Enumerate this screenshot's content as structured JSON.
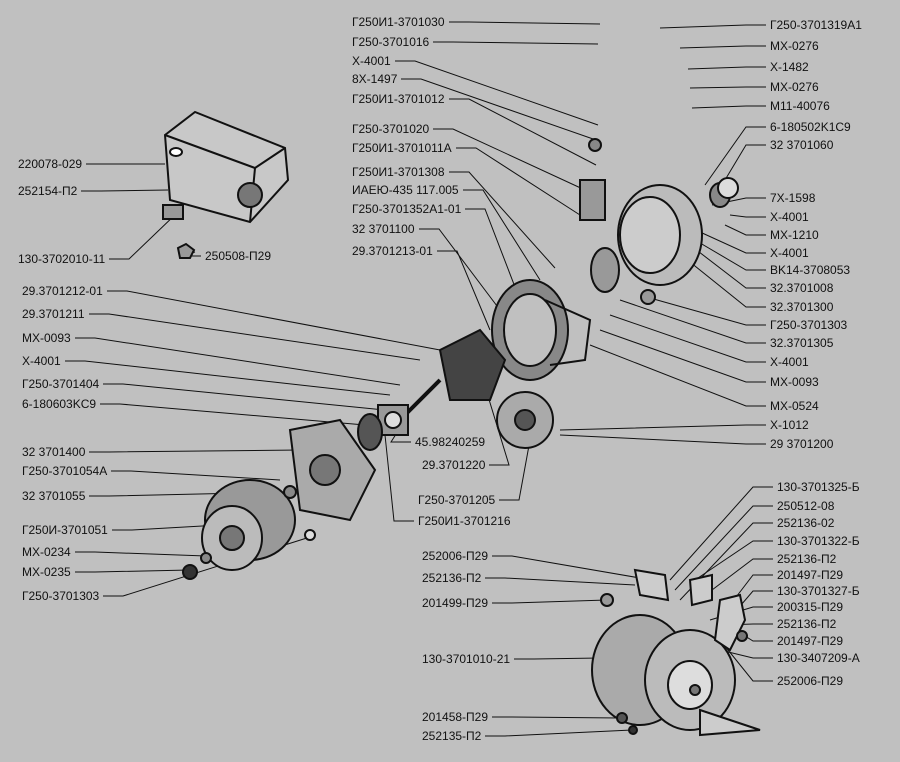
{
  "regulator_labels": [
    "220078-029",
    "252154-П2",
    "130-3702010-11",
    "250508-П29"
  ],
  "top_center_labels": [
    "Г250И1-3701030",
    "Г250-3701016",
    "X-4001",
    "8X-1497",
    "Г250И1-3701012",
    "Г250-3701020",
    "Г250И1-3701011А",
    "Г250И1-3701308",
    "ИАЕЮ-435 117.005",
    "Г250-3701352А1-01",
    "32 3701100",
    "29.3701213-01"
  ],
  "right_labels": [
    "Г250-3701319А1",
    "MX-0276",
    "X-1482",
    "MX-0276",
    "M11-40076",
    "6-180502K1C9",
    "32 3701060",
    "7X-1598",
    "X-4001",
    "MX-1210",
    "X-4001",
    "BK14-3708053",
    "32.3701008",
    "32.3701300",
    "Г250-3701303",
    "32.3701305",
    "X-4001",
    "MX-0093",
    "MX-0524",
    "X-1012",
    "29 3701200"
  ],
  "left_labels": [
    "29.3701212-01",
    "29.3701211",
    "MX-0093",
    "X-4001",
    "Г250-3701404",
    "6-180603KC9",
    "32 3701400",
    "Г250-3701054А",
    "32 3701055",
    "Г250И-3701051",
    "MX-0234",
    "MX-0235",
    "Г250-3701303"
  ],
  "middle_labels": [
    "45.98240259",
    "29.3701220",
    "Г250-3701205",
    "Г250И1-3701216"
  ],
  "mount_right_labels": [
    "130-3701325-Б",
    "250512-08",
    "252136-02",
    "130-3701322-Б",
    "252136-П2",
    "201497-П29",
    "130-3701327-Б",
    "200315-П29",
    "252136-П2",
    "201497-П29",
    "130-3407209-A",
    "252006-П29"
  ],
  "mount_left_labels": [
    "252006-П29",
    "252136-П2",
    "201499-П29",
    "130-3701010-21",
    "201458-П29",
    "252135-П2"
  ]
}
